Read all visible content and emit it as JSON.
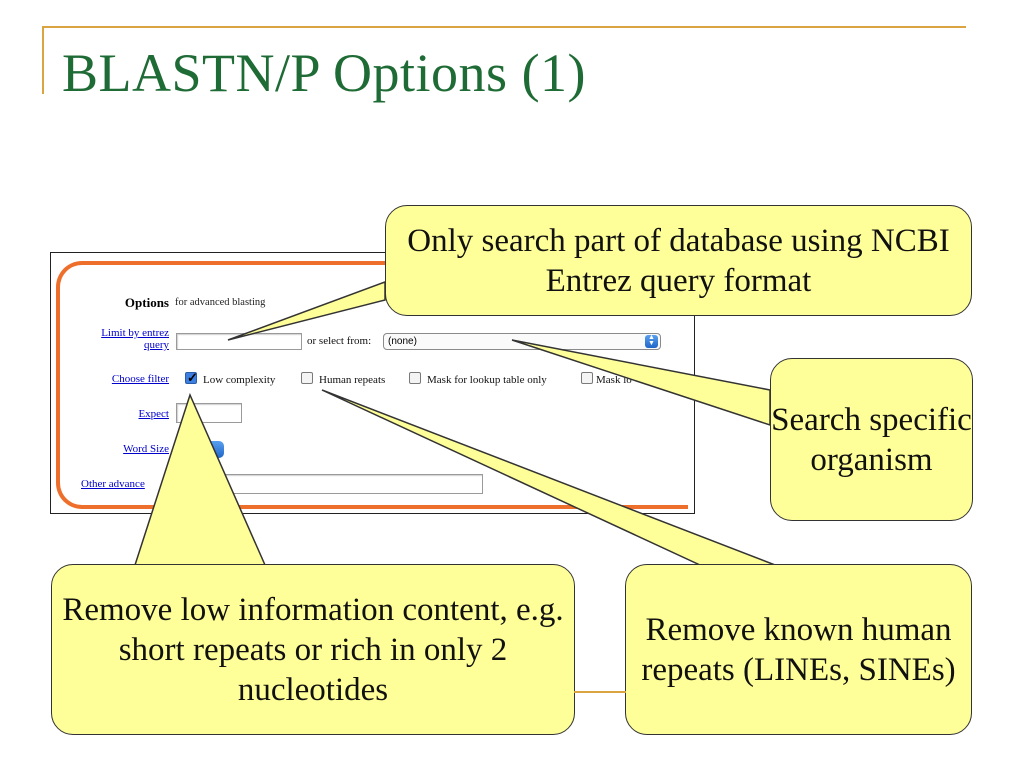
{
  "slide": {
    "title": "BLASTN/P Options (1)"
  },
  "options_form": {
    "heading": "Options",
    "subheading": "for advanced blasting",
    "entrez_label": "Limit by entrez query",
    "or_select_text": "or select from:",
    "organism_select_value": "(none)",
    "filter_label": "Choose filter",
    "filters": [
      {
        "label": "Low complexity",
        "checked": true
      },
      {
        "label": "Human repeats",
        "checked": false
      },
      {
        "label": "Mask for lookup table only",
        "checked": false
      },
      {
        "label": "Mask lo",
        "checked": false
      }
    ],
    "expect_label": "Expect",
    "expect_value": "",
    "word_size_label": "Word Size",
    "other_advanced_label": "Other advance"
  },
  "callouts": {
    "entrez": "Only search part of database using NCBI Entrez query format",
    "organism": "Search specific organism",
    "low_info": "Remove low information content, e.g. short repeats or rich in only 2 nucleotides",
    "human_repeats": "Remove known human repeats (LINEs, SINEs)"
  },
  "colors": {
    "title": "#1f6b35",
    "rule": "#d9a441",
    "panel_frame": "#ee6f2c",
    "callout_fill": "#ffff99",
    "link": "#0000cc"
  }
}
